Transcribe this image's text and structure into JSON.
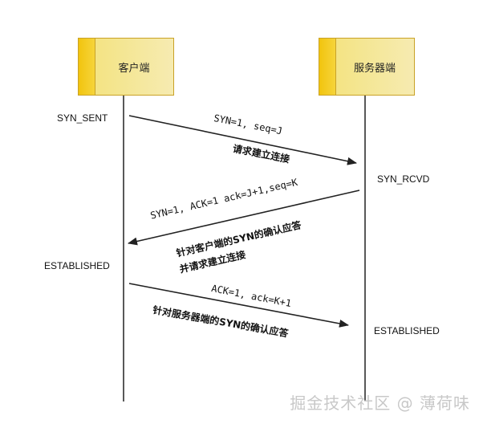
{
  "actors": {
    "client": "客户端",
    "server": "服务器端"
  },
  "states": {
    "client_syn_sent": "SYN_SENT",
    "server_syn_rcvd": "SYN_RCVD",
    "client_established": "ESTABLISHED",
    "server_established": "ESTABLISHED"
  },
  "messages": {
    "m1_header": "SYN=1, seq=J",
    "m1_desc": "请求建立连接",
    "m2_header": "SYN=1, ACK=1  ack=J+1,seq=K",
    "m2_desc_line1": "针对客户端的SYN的确认应答",
    "m2_desc_line2": "并请求建立连接",
    "m3_header": "ACK=1, ack=K+1",
    "m3_desc": "针对服务器端的SYN的确认应答"
  },
  "watermark": "掘金技术社区 @ 薄荷味",
  "colors": {
    "actor_fill": "#f3e27a",
    "actor_stripe": "#f1c40f",
    "line": "#222222"
  }
}
